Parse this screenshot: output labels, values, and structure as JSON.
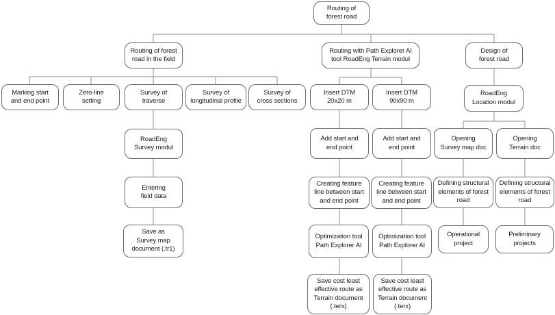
{
  "diagram": {
    "type": "flowchart",
    "background_color": "#ffffff",
    "box_border_color": "#6b6b6b",
    "connector_color": "#8c8c8c",
    "text_color": "#1a1a1a",
    "nodes": [
      {
        "id": "routing-of-forest-road",
        "label": "Routing of\nforest road"
      },
      {
        "id": "routing-forest-road-in-field",
        "label": "Routing of forest\nroad in the field"
      },
      {
        "id": "routing-with-path-explorer",
        "label": "Routing with Path Explorer AI\ntool RoadEng Terrain modul"
      },
      {
        "id": "design-of-forest-road",
        "label": "Design of\nforest road"
      },
      {
        "id": "marking-start-end-point",
        "label": "Marking start\nand end point"
      },
      {
        "id": "zero-line-setting",
        "label": "Zero-line\nsetting"
      },
      {
        "id": "survey-of-traverse",
        "label": "Survey of\ntraverse"
      },
      {
        "id": "survey-of-longitudinal-profile",
        "label": "Survey of\nlongitudinal profile"
      },
      {
        "id": "survey-of-cross-sections",
        "label": "Survey of\ncross sections"
      },
      {
        "id": "insert-dtm-20x20",
        "label": "Insert DTM\n20x20 m"
      },
      {
        "id": "insert-dtm-90x90",
        "label": "Insert DTM\n90x90 m"
      },
      {
        "id": "roadeng-survey-modul",
        "label": "RoadEng\nSurvey modul"
      },
      {
        "id": "add-start-end-point-20",
        "label": "Add start and\nend point"
      },
      {
        "id": "add-start-end-point-90",
        "label": "Add start and\nend point"
      },
      {
        "id": "roadeng-location-modul",
        "label": "RoadEng\nLocation modul"
      },
      {
        "id": "opening-survey-map-doc",
        "label": "Opening\nSurvey map doc"
      },
      {
        "id": "opening-terrain-doc",
        "label": "Opening\nTerrain doc"
      },
      {
        "id": "entering-field-data",
        "label": "Entering\nfield data"
      },
      {
        "id": "creating-feature-line-20",
        "label": "Creating feature\nline between start\nand end point"
      },
      {
        "id": "creating-feature-line-90",
        "label": "Creating feature\nline between start\nand end point"
      },
      {
        "id": "defining-structural-elements-survey",
        "label": "Defining structural\nelements of forest\nroad"
      },
      {
        "id": "defining-structural-elements-terrain",
        "label": "Defining structural\nelements of forest\nroad"
      },
      {
        "id": "save-as-survey-map-document",
        "label": "Save as\nSurvey map\ndocument (.tr1)"
      },
      {
        "id": "optimization-tool-20",
        "label": "Optimization tool\nPath Explorer AI"
      },
      {
        "id": "optimization-tool-90",
        "label": "Optimization tool\nPath Explorer AI"
      },
      {
        "id": "operational-project",
        "label": "Operational\nproject"
      },
      {
        "id": "preliminary-projects",
        "label": "Preliminary\nprojects"
      },
      {
        "id": "save-cost-least-effective-route-20",
        "label": "Save cost least\neffective route as\nTerrain document\n(.terx)"
      },
      {
        "id": "save-cost-least-effective-route-90",
        "label": "Save cost least\neffective route as\nTerrain document\n(.terx)"
      }
    ],
    "edges": [
      [
        "routing-of-forest-road",
        "routing-forest-road-in-field"
      ],
      [
        "routing-of-forest-road",
        "routing-with-path-explorer"
      ],
      [
        "routing-of-forest-road",
        "design-of-forest-road"
      ],
      [
        "routing-forest-road-in-field",
        "marking-start-end-point"
      ],
      [
        "routing-forest-road-in-field",
        "zero-line-setting"
      ],
      [
        "routing-forest-road-in-field",
        "survey-of-traverse"
      ],
      [
        "routing-forest-road-in-field",
        "survey-of-longitudinal-profile"
      ],
      [
        "routing-forest-road-in-field",
        "survey-of-cross-sections"
      ],
      [
        "survey-of-traverse",
        "roadeng-survey-modul"
      ],
      [
        "roadeng-survey-modul",
        "entering-field-data"
      ],
      [
        "entering-field-data",
        "save-as-survey-map-document"
      ],
      [
        "routing-with-path-explorer",
        "insert-dtm-20x20"
      ],
      [
        "routing-with-path-explorer",
        "insert-dtm-90x90"
      ],
      [
        "insert-dtm-20x20",
        "add-start-end-point-20"
      ],
      [
        "insert-dtm-90x90",
        "add-start-end-point-90"
      ],
      [
        "add-start-end-point-20",
        "creating-feature-line-20"
      ],
      [
        "add-start-end-point-90",
        "creating-feature-line-90"
      ],
      [
        "creating-feature-line-20",
        "optimization-tool-20"
      ],
      [
        "creating-feature-line-90",
        "optimization-tool-90"
      ],
      [
        "optimization-tool-20",
        "save-cost-least-effective-route-20"
      ],
      [
        "optimization-tool-90",
        "save-cost-least-effective-route-90"
      ],
      [
        "design-of-forest-road",
        "roadeng-location-modul"
      ],
      [
        "roadeng-location-modul",
        "opening-survey-map-doc"
      ],
      [
        "roadeng-location-modul",
        "opening-terrain-doc"
      ],
      [
        "opening-survey-map-doc",
        "defining-structural-elements-survey"
      ],
      [
        "opening-terrain-doc",
        "defining-structural-elements-terrain"
      ],
      [
        "defining-structural-elements-survey",
        "operational-project"
      ],
      [
        "defining-structural-elements-terrain",
        "preliminary-projects"
      ]
    ]
  }
}
